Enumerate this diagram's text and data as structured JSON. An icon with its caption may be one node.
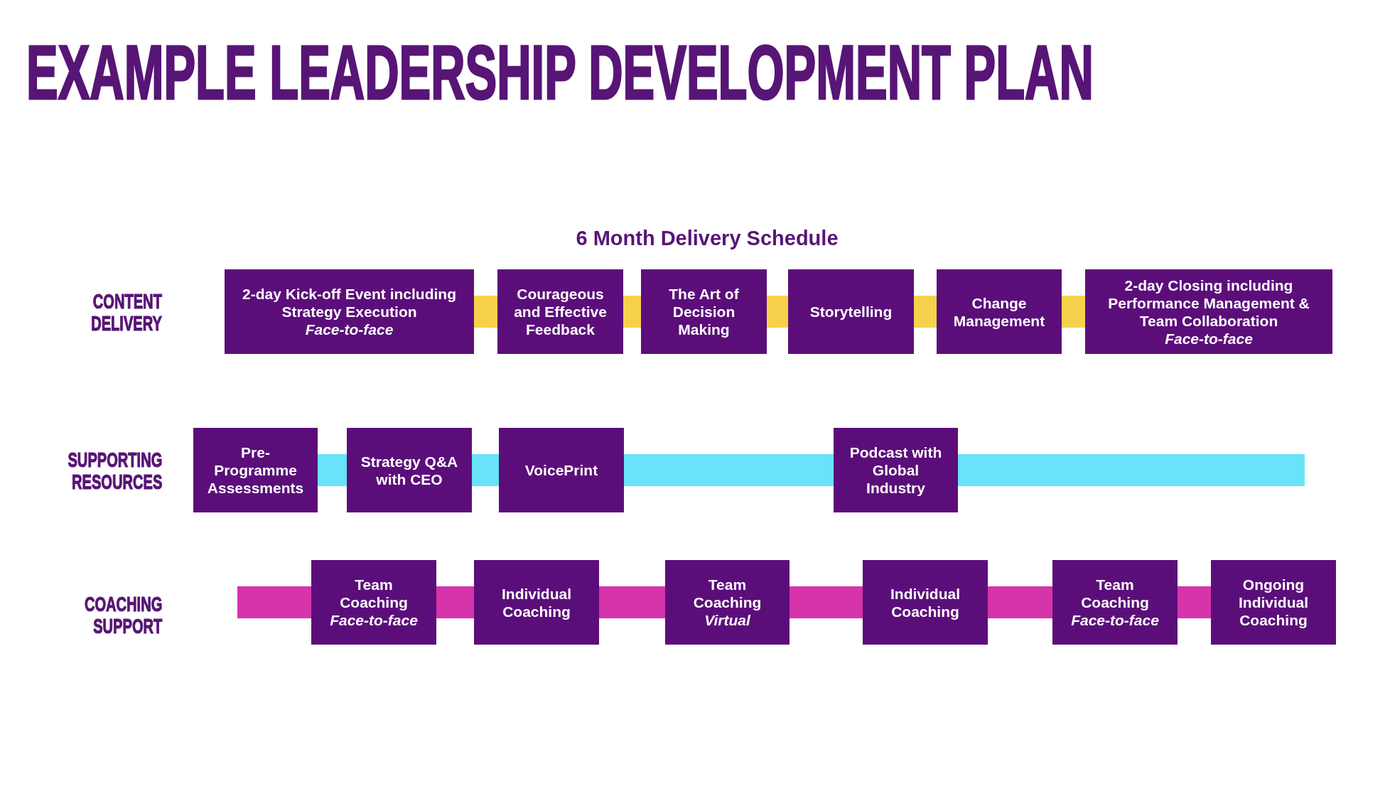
{
  "diagram": {
    "title": "EXAMPLE LEADERSHIP DEVELOPMENT PLAN",
    "nodes": [
      {
        "text": [
          "2-day Kick-off Event including Strategy Execution",
          "Face-to-face"
        ]
      },
      {
        "text": [
          "Courageous and Effective Feedback"
        ]
      },
      {
        "text": [
          "The Art of Decision Making"
        ]
      },
      {
        "text": [
          "Storytelling"
        ]
      },
      {
        "text": [
          "Change Management"
        ]
      },
      {
        "text": [
          "2-day Closing including Performance Management & Team Collaboration",
          "Face-to-face"
        ]
      },
      {
        "text": [
          "Pre-Programme Assessments"
        ]
      },
      {
        "text": [
          "Strategy Q&A with CEO"
        ]
      },
      {
        "text": [
          "VoicePrint"
        ]
      },
      {
        "text": [
          "Podcast with Global Industry"
        ]
      },
      {
        "text": [
          "Team Coaching",
          "Face-to-face"
        ]
      },
      {
        "text": [
          "Individual Coaching"
        ]
      },
      {
        "text": [
          "Team Coaching",
          "Virtual"
        ]
      },
      {
        "text": [
          "Individual Coaching"
        ]
      },
      {
        "text": [
          "Team Coaching",
          "Face-to-face"
        ]
      },
      {
        "text": [
          "Ongoing Individual Coaching"
        ]
      }
    ],
    "edges": [
      {
        "from": 0,
        "to": 1,
        "arrow": "none",
        "color": "#f6d14b"
      },
      {
        "from": 1,
        "to": 2,
        "arrow": "none",
        "color": "#f6d14b"
      },
      {
        "from": 2,
        "to": 3,
        "arrow": "none",
        "color": "#f6d14b"
      },
      {
        "from": 3,
        "to": 4,
        "arrow": "none",
        "color": "#f6d14b"
      },
      {
        "from": 4,
        "to": 5,
        "arrow": "none",
        "color": "#f6d14b"
      },
      {
        "from": 6,
        "to": 7,
        "arrow": "none",
        "color": "#68e3f9"
      },
      {
        "from": 7,
        "to": 8,
        "arrow": "none",
        "color": "#68e3f9"
      },
      {
        "from": 8,
        "to": 9,
        "arrow": "none",
        "color": "#68e3f9"
      },
      {
        "from": 9,
        "to": null,
        "arrow": "none",
        "color": "#68e3f9"
      },
      {
        "from": null,
        "to": 10,
        "arrow": "none",
        "color": "#d733ab"
      },
      {
        "from": 10,
        "to": 11,
        "arrow": "none",
        "color": "#d733ab"
      },
      {
        "from": 11,
        "to": 12,
        "arrow": "none",
        "color": "#d733ab"
      },
      {
        "from": 12,
        "to": 13,
        "arrow": "none",
        "color": "#d733ab"
      },
      {
        "from": 13,
        "to": 14,
        "arrow": "none",
        "color": "#d733ab"
      },
      {
        "from": 14,
        "to": 15,
        "arrow": "none",
        "color": "#d733ab"
      }
    ],
    "labels": [
      "6 Month Delivery Schedule",
      "CONTENT DELIVERY",
      "SUPPORTING RESOURCES",
      "COACHING SUPPORT"
    ]
  }
}
